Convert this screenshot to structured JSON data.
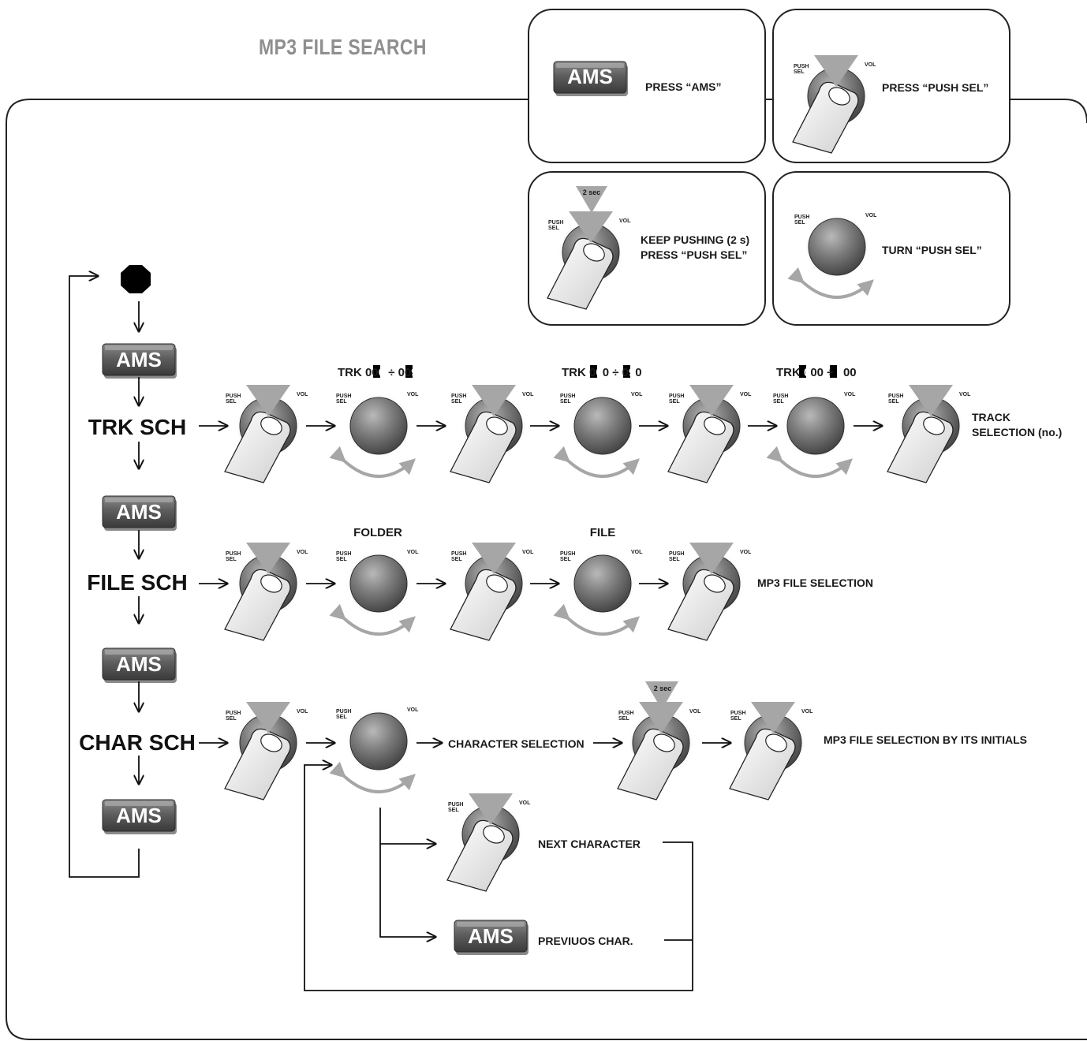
{
  "title": "MP3 FILE SEARCH",
  "legend": {
    "press_ams": "PRESS “AMS”",
    "press_push_sel": "PRESS “PUSH SEL”",
    "keep_pushing_line1": "KEEP PUSHING (2 s)",
    "keep_pushing_line2": "PRESS “PUSH SEL”",
    "turn_push_sel": "TURN “PUSH SEL”"
  },
  "knob": {
    "push_line1": "PUSH",
    "push_line2": "SEL",
    "vol": "VOL",
    "two_sec": "2 sec"
  },
  "ams_label": "AMS",
  "modes": {
    "trk": "TRK SCH",
    "file": "FILE SCH",
    "char": "CHAR SCH"
  },
  "trk": {
    "range1": {
      "a": "TRK 00",
      "b": "0",
      "c": " ÷ 00",
      "d": "9"
    },
    "range2": {
      "a": "TRK 0",
      "b": "0",
      "c": "0 ÷ 0",
      "d": "9",
      "e": "0"
    },
    "range3": {
      "a": "TRK ",
      "b": "0",
      "c": "00 ÷ ",
      "d": "2",
      "e": "00"
    },
    "result_line1": "TRACK",
    "result_line2": "SELECTION (no.)"
  },
  "file": {
    "folder": "FOLDER",
    "file": "FILE",
    "result": "MP3 FILE SELECTION"
  },
  "char": {
    "character_selection": "CHARACTER SELECTION",
    "result": "MP3 FILE SELECTION BY ITS INITIALS",
    "next_character": "NEXT CHARACTER",
    "previous_char": "PREVIUOS CHAR."
  },
  "colors": {
    "arrow_gray": "#a6a6a6",
    "title_gray": "#8f8f8f",
    "ink": "#111111"
  }
}
